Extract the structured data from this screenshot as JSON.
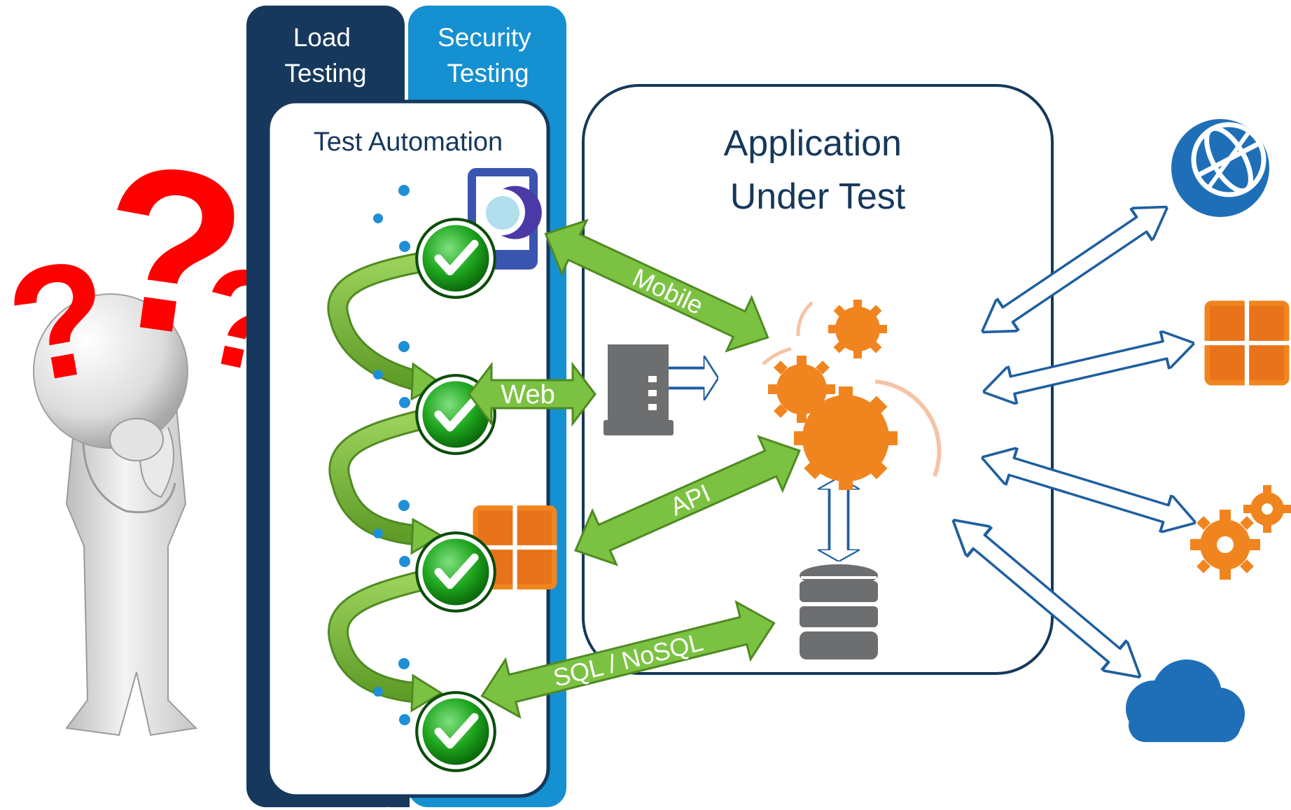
{
  "panels": {
    "load_testing": "Load Testing",
    "security_testing": "Security Testing",
    "test_automation": "Test Automation"
  },
  "aut": {
    "title_line1": "Application",
    "title_line2": "Under Test"
  },
  "channels": {
    "mobile": "Mobile",
    "web": "Web",
    "api": "API",
    "sql": "SQL / NoSQL"
  },
  "confusion_mark": "?",
  "colors": {
    "navy": "#16385c",
    "blue": "#1590d0",
    "green": "#7cc242",
    "green_dark": "#4f8a22",
    "orange": "#f0851f",
    "gray": "#6d6e70",
    "red": "#ff0000",
    "check_green": "#1ea51e",
    "cloud_blue": "#1f6fb8"
  },
  "icons": [
    "thinking-person-icon",
    "question-mark-icon",
    "mobile-device-icon",
    "check-circle-icon",
    "cube-icon",
    "server-icon",
    "gears-icon",
    "database-icon",
    "globe-icon",
    "cloud-icon"
  ]
}
